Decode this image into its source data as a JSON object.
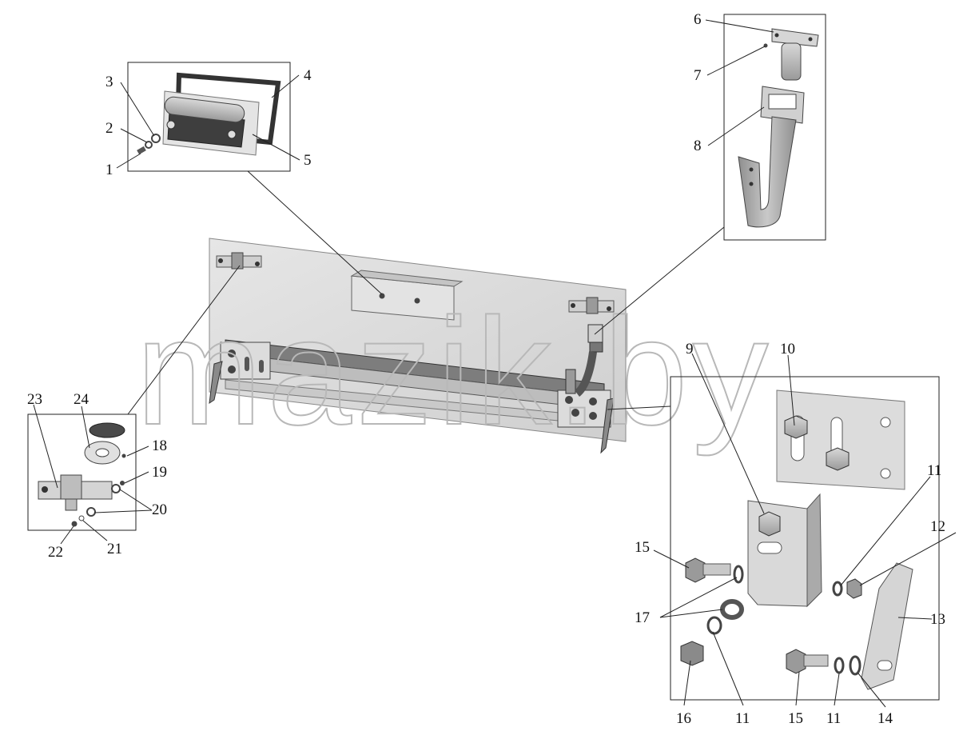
{
  "watermark": "mazik.by",
  "callouts": {
    "n1": "1",
    "n2": "2",
    "n3": "3",
    "n4": "4",
    "n5": "5",
    "n6": "6",
    "n7": "7",
    "n8": "8",
    "n9": "9",
    "n10": "10",
    "n11a": "11",
    "n11b": "11",
    "n11c": "11",
    "n12": "12",
    "n13": "13",
    "n14": "14",
    "n15a": "15",
    "n15b": "15",
    "n16": "16",
    "n17": "17",
    "n18": "18",
    "n19": "19",
    "n20": "20",
    "n21": "21",
    "n22": "22",
    "n23": "23",
    "n24": "24"
  },
  "colors": {
    "panel": "#d9d9d9",
    "metal": "#a9a9a9",
    "dark": "#3a3a3a",
    "line": "#222222"
  }
}
